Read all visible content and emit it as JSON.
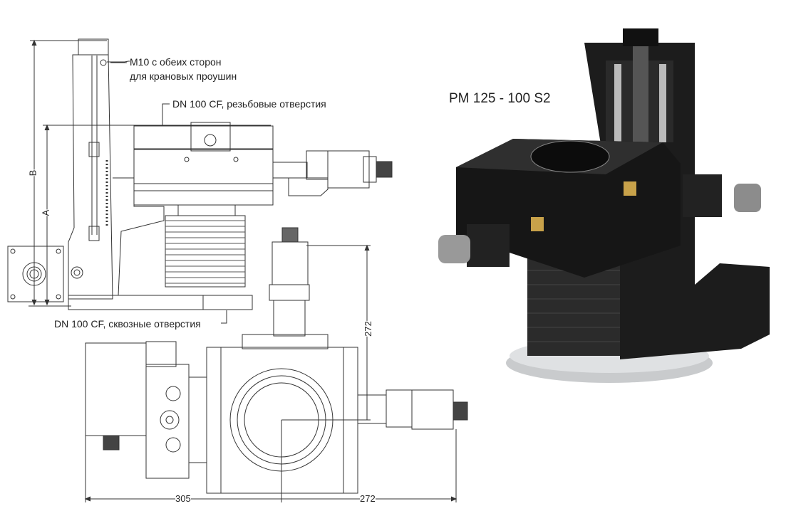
{
  "side_view": {
    "label_m10_line1": "M10 с обеих сторон",
    "label_m10_line2": "для крановых проушин",
    "label_top_flange": "DN 100 CF, резьбовые отверстия",
    "label_bottom_flange": "DN 100 CF, сквозные отверстия",
    "dim_b": "B",
    "dim_a": "A"
  },
  "top_view": {
    "dim_vertical": "272",
    "dim_left": "305",
    "dim_right": "272"
  },
  "render": {
    "model_name": "PM 125 - 100 S2"
  },
  "colors": {
    "line": "#333333",
    "body_dark": "#1b1b1b",
    "body_mid": "#2e2e2e",
    "silver": "#c9cbcd"
  }
}
